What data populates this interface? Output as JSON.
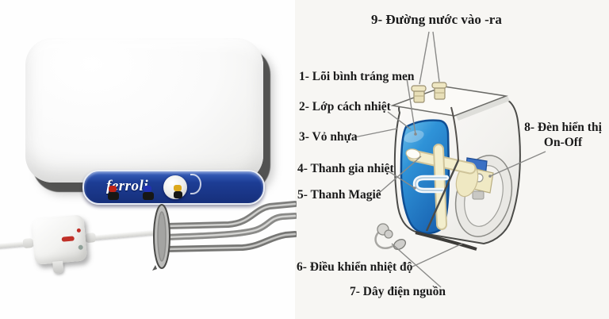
{
  "product_photo": {
    "brand_logo": "ferroli",
    "connector_colors": {
      "left": "#bf2317",
      "middle": "#2131b2",
      "right": "#dca81c"
    },
    "panel_color": "#1d3d95"
  },
  "diagram": {
    "labels": {
      "l1": "1- Lõi bình tráng men",
      "l2": "2- Lớp cách nhiệt",
      "l3": "3- Vỏ nhựa",
      "l4": "4- Thanh gia nhiệt",
      "l5": "5- Thanh Magiê",
      "l6": "6- Điều khiển nhiệt độ",
      "l7": "7- Dây điện nguồn",
      "l8_line1": "8- Đèn hiển thị",
      "l8_line2": "On-Off",
      "l9": "9- Đường nước vào -ra"
    },
    "colors": {
      "inner_tank_blue": "#2a8fd4",
      "inner_tank_stroke": "#0f4e93",
      "heating_element_cream": "#f2ecca",
      "shell_outline": "#4b4b48",
      "leader_line": "#8a8a88",
      "label_text": "#1a1a1a"
    }
  }
}
